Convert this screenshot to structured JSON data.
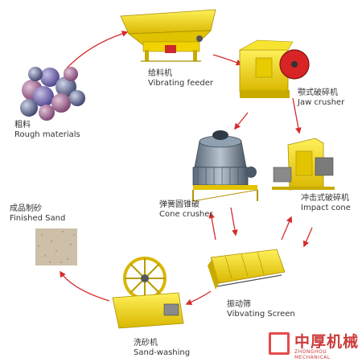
{
  "stages": {
    "rough": {
      "cn": "粗料",
      "en": "Rough materials"
    },
    "feeder": {
      "cn": "给料机",
      "en": "Vibrating feeder"
    },
    "jaw": {
      "cn": "颚式破碎机",
      "en": "Jaw crusher"
    },
    "cone": {
      "cn": "弹簧圆锥破",
      "en": "Cone crusher"
    },
    "impact": {
      "cn": "冲击式破碎机",
      "en": "Impact cone"
    },
    "screen": {
      "cn": "振动筛",
      "en": "Vibvating Screen"
    },
    "washing": {
      "cn": "洗砂机",
      "en": "Sand-washing"
    },
    "sand": {
      "cn": "成品制砂",
      "en": "Finished Sand"
    }
  },
  "logo": {
    "cn": "中厚机械",
    "en": "ZHONGHOU MECHANICAL"
  },
  "colors": {
    "arrow": "#d62b2b",
    "machine": "#f2d400",
    "machine_dark": "#b89c00",
    "accent_red": "#cc3a3a"
  }
}
